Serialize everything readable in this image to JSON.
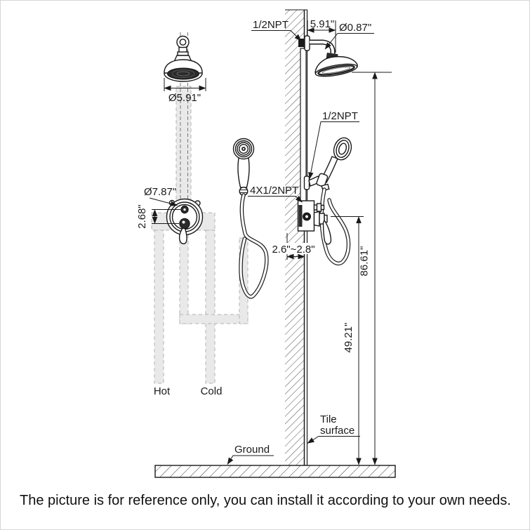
{
  "caption": "The picture is for reference only, you can install it according to your own needs.",
  "dimensions": {
    "arm_npt": "1/2NPT",
    "arm_length": "5.91\"",
    "arm_diameter": "Ø0.87\"",
    "overhead_diameter": "Ø5.91\"",
    "hand_npt": "1/2NPT",
    "valve_connections": "4X1/2NPT",
    "valve_diameter": "Ø7.87\"",
    "valve_port_offset": "2.68\"",
    "rough_in_depth": "2.6\"~2.8\"",
    "overhead_height": "86.61\"",
    "valve_height": "49.21\""
  },
  "annotations": {
    "hot": "Hot",
    "cold": "Cold",
    "tile_line1": "Tile",
    "tile_line2": "surface",
    "ground": "Ground"
  },
  "colors": {
    "line": "#1a1a1a",
    "pipe_fill": "#e9e9e9",
    "pipe_edge": "#b3b3b3",
    "dark_fill": "#2b2b2b"
  }
}
